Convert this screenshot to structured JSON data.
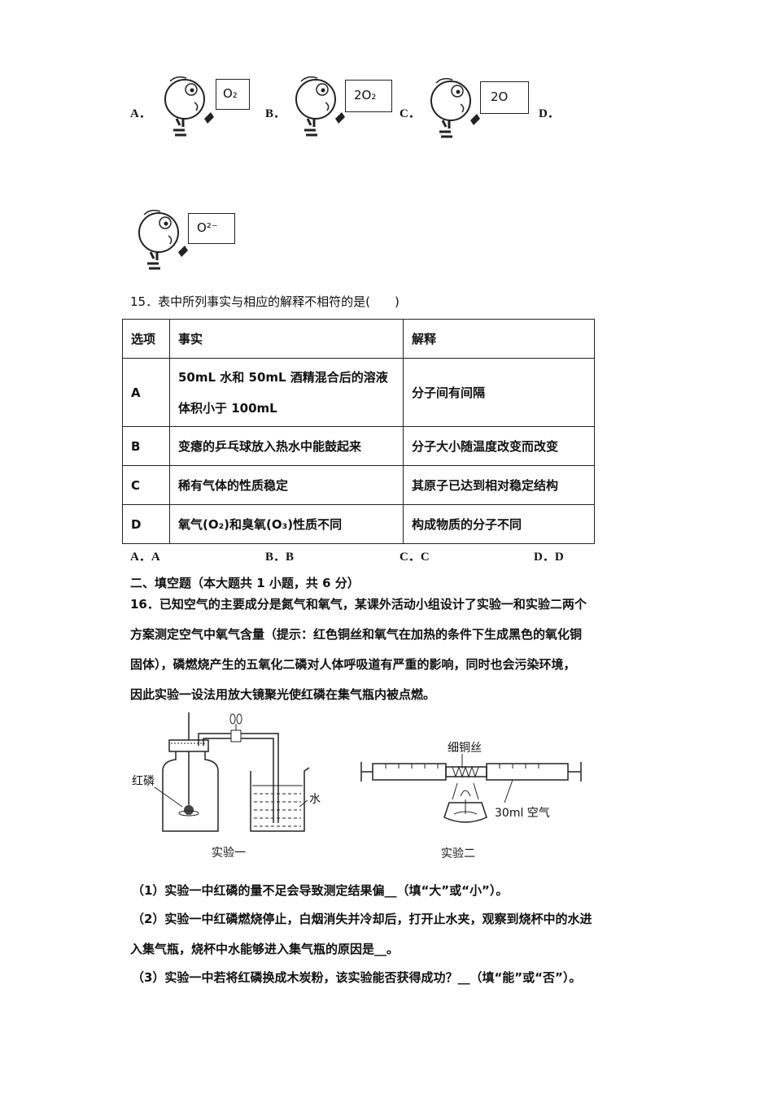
{
  "q14_options": [
    {
      "label": "A．",
      "formula": "O₂"
    },
    {
      "label": "B．",
      "formula": "2O₂"
    },
    {
      "label": "C．",
      "formula": "2O"
    },
    {
      "label": "D．",
      "formula": "O²⁻"
    }
  ],
  "q15": {
    "stem": "15．表中所列事实与相应的解释不相符的是(　　)",
    "headers": [
      "选项",
      "事实",
      "解释"
    ],
    "rows": [
      {
        "opt": "A",
        "fact_l1": "50mL 水和 50mL 酒精混合后的溶液",
        "fact_l2": "体积小于 100mL",
        "explain": "分子间有间隔"
      },
      {
        "opt": "B",
        "fact": "变瘪的乒乓球放入热水中能鼓起来",
        "explain": "分子大小随温度改变而改变"
      },
      {
        "opt": "C",
        "fact": "稀有气体的性质稳定",
        "explain": "其原子已达到相对稳定结构"
      },
      {
        "opt": "D",
        "fact": "氧气(O₂)和臭氧(O₃)性质不同",
        "explain": "构成物质的分子不同"
      }
    ],
    "answers": [
      "A．A",
      "B．B",
      "C．C",
      "D．D"
    ]
  },
  "section2": {
    "title": "二、填空题（本大题共 1 小题，共 6 分）",
    "q16_lines": [
      "16．已知空气的主要成分是氮气和氧气，某课外活动小组设计了实验一和实验二两个",
      "方案测定空气中氧气含量（提示：红色铜丝和氧气在加热的条件下生成黑色的氧化铜",
      "固体），磷燃烧产生的五氧化二磷对人体呼吸道有严重的影响，同时也会污染环境，",
      "因此实验一设法用放大镜聚光使红磷在集气瓶内被点燃。"
    ],
    "figure1": {
      "label_phosphorus": "红磷",
      "label_water": "水",
      "caption": "实验一"
    },
    "figure2": {
      "label_copper": "细铜丝",
      "label_air": "30ml 空气",
      "caption": "实验二"
    },
    "subq": [
      "（1）实验一中红磷的量不足会导致测定结果偏__（填“大”或“小”）。",
      "（2）实验一中红磷燃烧停止，白烟消失并冷却后，打开止水夹，观察到烧杯中的水进",
      "入集气瓶，烧杯中水能够进入集气瓶的原因是__。",
      "（3）实验一中若将红磷换成木炭粉，该实验能否获得成功？__（填“能”或“否”）。"
    ]
  }
}
